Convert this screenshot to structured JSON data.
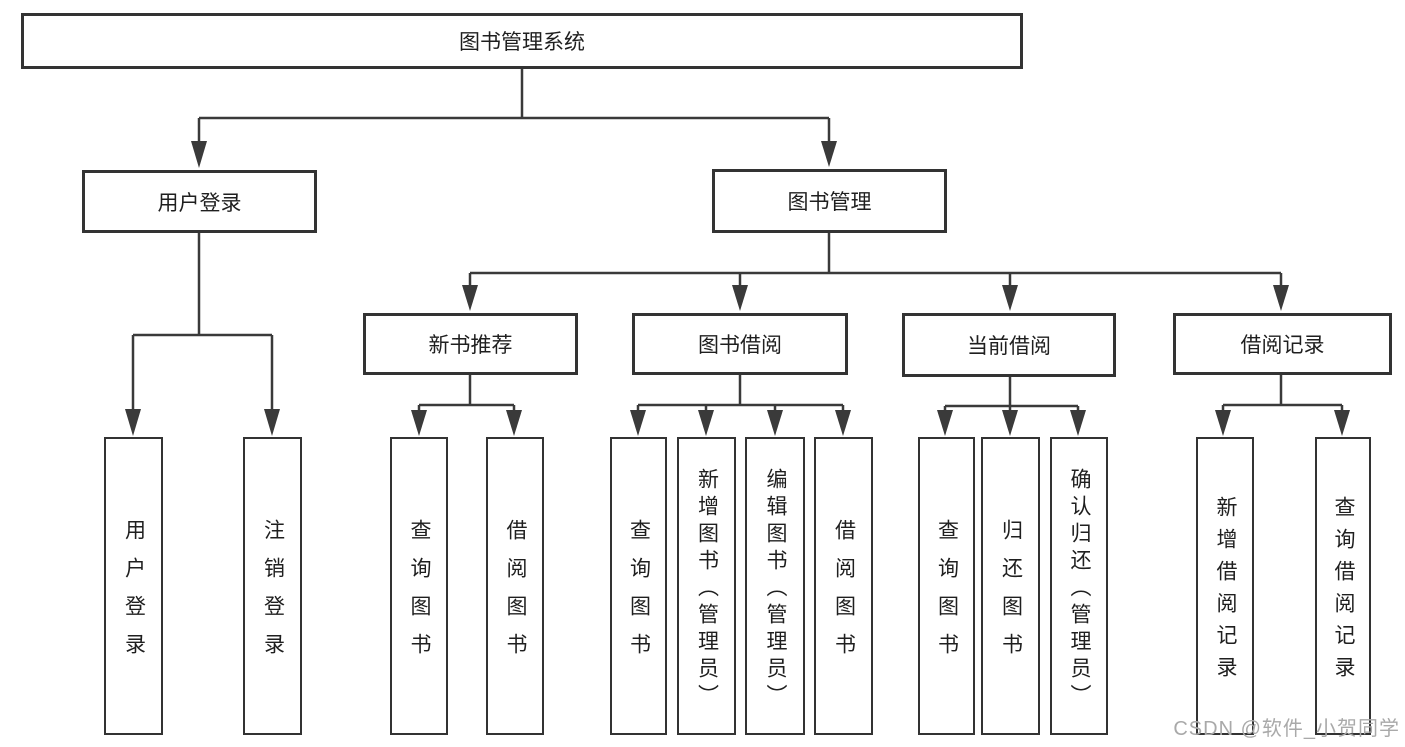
{
  "title": "图书管理系统",
  "watermark": "CSDN @软件_小贺同学",
  "colors": {
    "line": "#3a3a3a",
    "box_border": "#333333",
    "text": "#1f1f1f",
    "watermark": "#a9a9a9",
    "background": "#ffffff"
  },
  "tree": {
    "root": {
      "label": "图书管理系统"
    },
    "branches": [
      {
        "label": "用户登录",
        "children": [
          "用户登录",
          "注销登录"
        ]
      },
      {
        "label": "图书管理",
        "children": [
          {
            "label": "新书推荐",
            "children": [
              "查询图书",
              "借阅图书"
            ]
          },
          {
            "label": "图书借阅",
            "children": [
              "查询图书",
              "新增图书（管理员）",
              "编辑图书（管理员）",
              "借阅图书"
            ]
          },
          {
            "label": "当前借阅",
            "children": [
              "查询图书",
              "归还图书",
              "确认归还（管理员）"
            ]
          },
          {
            "label": "借阅记录",
            "children": [
              "新增借阅记录",
              "查询借阅记录"
            ]
          }
        ]
      }
    ]
  }
}
